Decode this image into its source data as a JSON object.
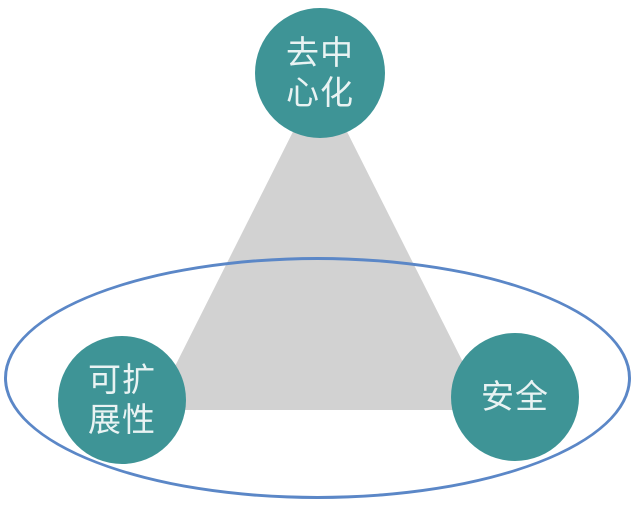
{
  "diagram": {
    "type": "trilemma-triangle",
    "nodes": [
      {
        "id": "decentralization",
        "label": "去中\n心化",
        "position": "top"
      },
      {
        "id": "scalability",
        "label": "可扩\n展性",
        "position": "bottom-left"
      },
      {
        "id": "security",
        "label": "安全",
        "position": "bottom-right"
      }
    ],
    "colors": {
      "node_fill": "#3E9496",
      "node_text": "#E9F3F3",
      "triangle_fill": "#D2D2D2",
      "ellipse_stroke": "#5B87C7",
      "background": "#FFFFFF"
    }
  }
}
